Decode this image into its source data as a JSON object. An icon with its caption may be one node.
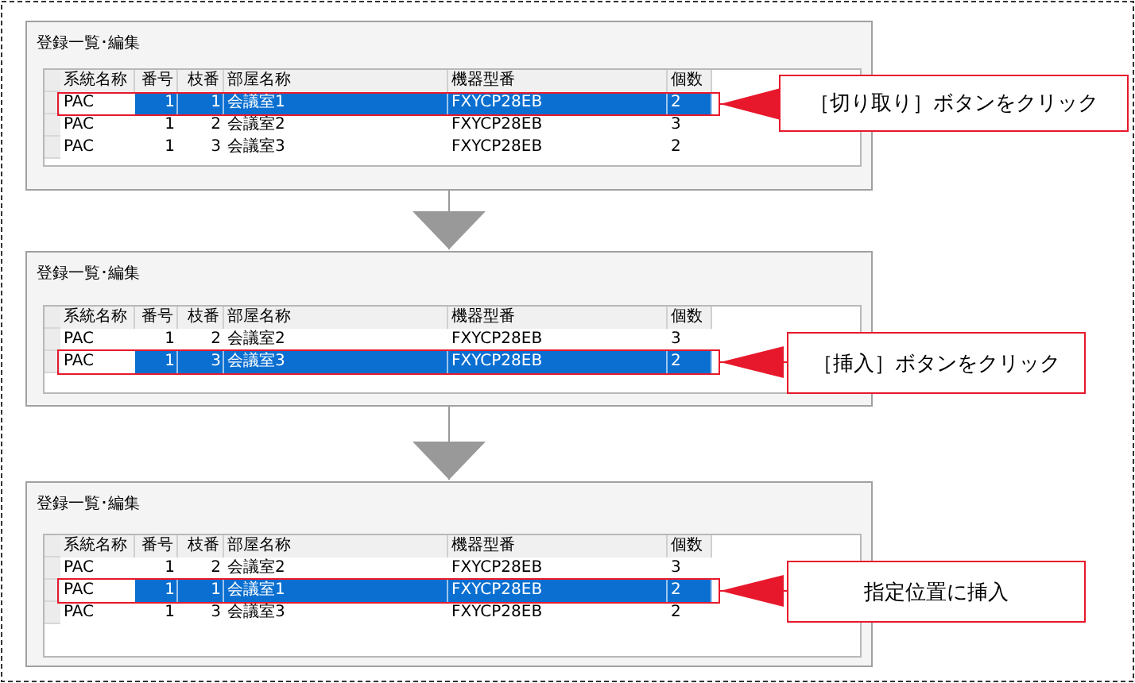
{
  "diagram": {
    "nodes": [
      {
        "text": [
          "登録一覧･編集"
        ]
      },
      {
        "text": [],
        "shape": "box",
        "in": 0
      },
      {
        "text": [
          "［切り取り］ボタンをクリック"
        ]
      },
      {
        "text": [
          "登録一覧･編集"
        ]
      },
      {
        "text": [],
        "shape": "box",
        "in": 3
      },
      {
        "text": [
          "［挿入］ボタンをクリック"
        ]
      },
      {
        "text": [
          "登録一覧･編集"
        ]
      },
      {
        "text": [],
        "shape": "box",
        "in": 6
      },
      {
        "text": [
          "指定位置に挿入"
        ]
      }
    ],
    "edges": [
      {
        "from": 2,
        "to": 1,
        "arrow": "to"
      },
      {
        "from": 0,
        "to": 3,
        "arrow": "to",
        "color": "#999999"
      },
      {
        "from": 5,
        "to": 4,
        "arrow": "to"
      },
      {
        "from": 3,
        "to": 6,
        "arrow": "to",
        "color": "#999999"
      },
      {
        "from": 8,
        "to": 7,
        "arrow": "to"
      }
    ],
    "labels": [
      "系統名称",
      "番号",
      "枝番",
      "部屋名称",
      "機器型番",
      "個数",
      "PAC",
      "1",
      "1",
      "会議室1",
      "FXYCP28EB",
      "2",
      "PAC",
      "1",
      "2",
      "会議室2",
      "FXYCP28EB",
      "3",
      "PAC",
      "1",
      "3",
      "会議室3",
      "FXYCP28EB",
      "2",
      "系統名称",
      "番号",
      "枝番",
      "部屋名称",
      "機器型番",
      "個数",
      "PAC",
      "1",
      "2",
      "会議室2",
      "FXYCP28EB",
      "3",
      "PAC",
      "1",
      "3",
      "会議室3",
      "FXYCP28EB",
      "2",
      "系統名称",
      "番号",
      "枝番",
      "部屋名称",
      "機器型番",
      "個数",
      "PAC",
      "1",
      "2",
      "会議室2",
      "FXYCP28EB",
      "3",
      "PAC",
      "1",
      "1",
      "会議室1",
      "FXYCP28EB",
      "2",
      "PAC",
      "1",
      "3",
      "会議室3",
      "FXYCP28EB",
      "2"
    ]
  }
}
